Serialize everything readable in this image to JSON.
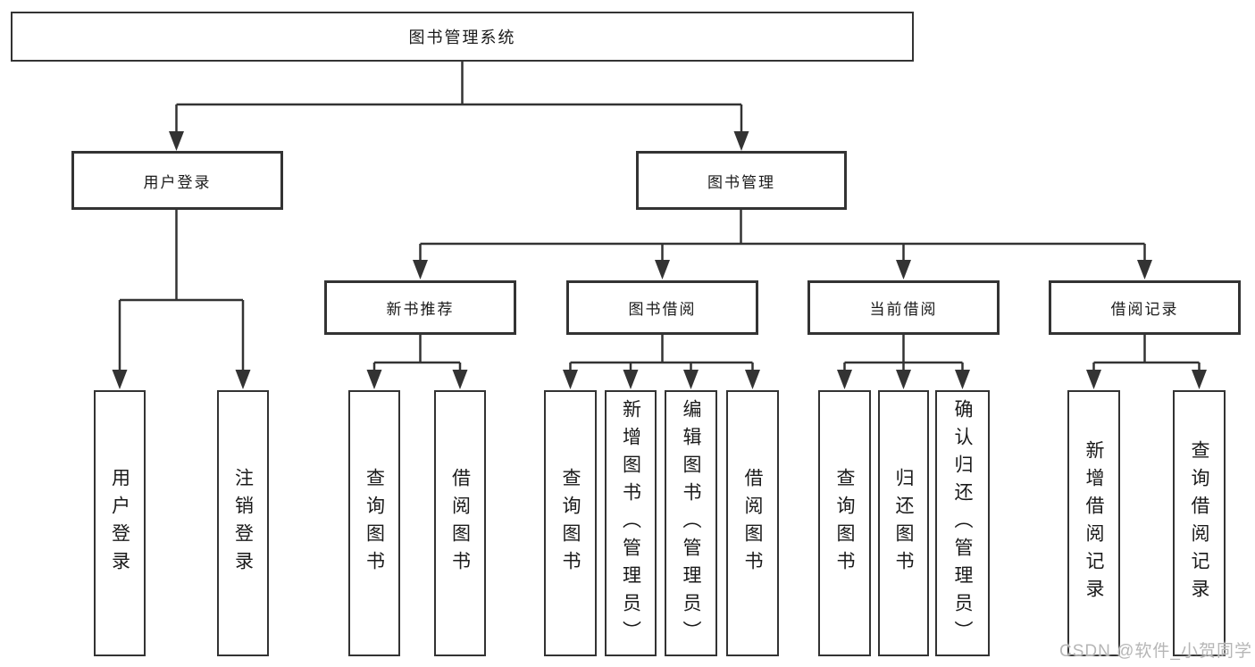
{
  "diagram": {
    "root": {
      "label": "图书管理系统"
    },
    "children": [
      {
        "label": "用户登录",
        "children": [
          {
            "label": "用户登录"
          },
          {
            "label": "注销登录"
          }
        ]
      },
      {
        "label": "图书管理",
        "children": [
          {
            "label": "新书推荐",
            "children": [
              {
                "label": "查询图书"
              },
              {
                "label": "借阅图书"
              }
            ]
          },
          {
            "label": "图书借阅",
            "children": [
              {
                "label": "查询图书"
              },
              {
                "label": "新增图书（管理员）"
              },
              {
                "label": "编辑图书（管理员）"
              },
              {
                "label": "借阅图书"
              }
            ]
          },
          {
            "label": "当前借阅",
            "children": [
              {
                "label": "查询图书"
              },
              {
                "label": "归还图书"
              },
              {
                "label": "确认归还（管理员）"
              }
            ]
          },
          {
            "label": "借阅记录",
            "children": [
              {
                "label": "新增借阅记录"
              },
              {
                "label": "查询借阅记录"
              }
            ]
          }
        ]
      }
    ]
  },
  "watermark": {
    "text": "CSDN @软件_小贺同学"
  },
  "colors": {
    "line": "#333333",
    "text": "#1a1a1a",
    "background": "#ffffff",
    "watermark": "#b2b2b2"
  }
}
